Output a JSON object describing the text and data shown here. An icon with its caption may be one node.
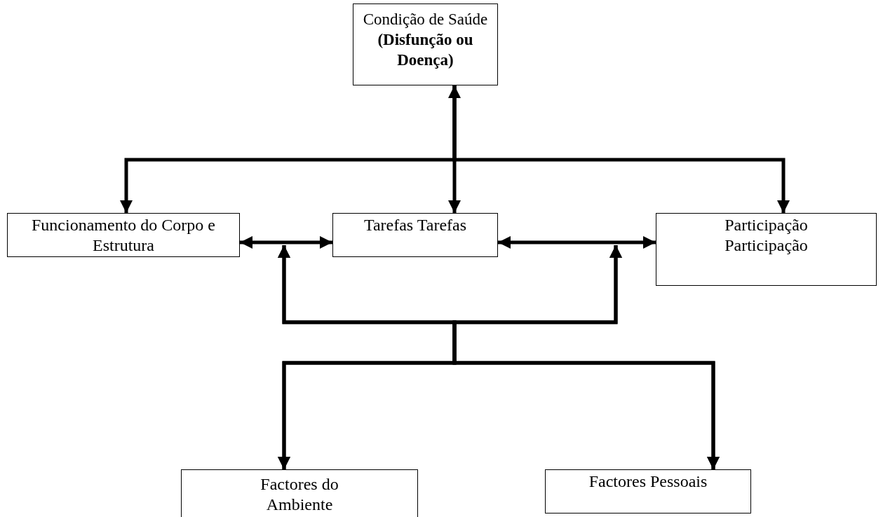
{
  "diagram": {
    "nodes": [
      {
        "text": [
          "Condição de Saúde **(Disfunção ou Doença)**"
        ]
      },
      {
        "text": [
          "Funcionamento do Corpo e Estrutura"
        ]
      },
      {
        "text": [
          "Tarefas Tarefas"
        ]
      },
      {
        "text": [
          "Participação Participação"
        ]
      },
      {
        "text": [
          "Factores do Ambiente"
        ]
      },
      {
        "text": [
          "Factores Pessoais"
        ]
      }
    ],
    "edges": [
      {
        "from": 0,
        "to": 2,
        "arrow": "both"
      },
      {
        "from": 0,
        "to": 1,
        "arrow": "to"
      },
      {
        "from": 0,
        "to": 3,
        "arrow": "to"
      },
      {
        "from": 1,
        "to": 2,
        "arrow": "both"
      },
      {
        "from": 2,
        "to": 3,
        "arrow": "both"
      },
      {
        "from": 4,
        "to": null,
        "arrow": "both"
      },
      {
        "from": 4,
        "to": null,
        "arrow": "both"
      },
      {
        "from": 5,
        "to": null,
        "arrow": "both"
      },
      {
        "from": 5,
        "to": null,
        "arrow": "both"
      }
    ]
  }
}
